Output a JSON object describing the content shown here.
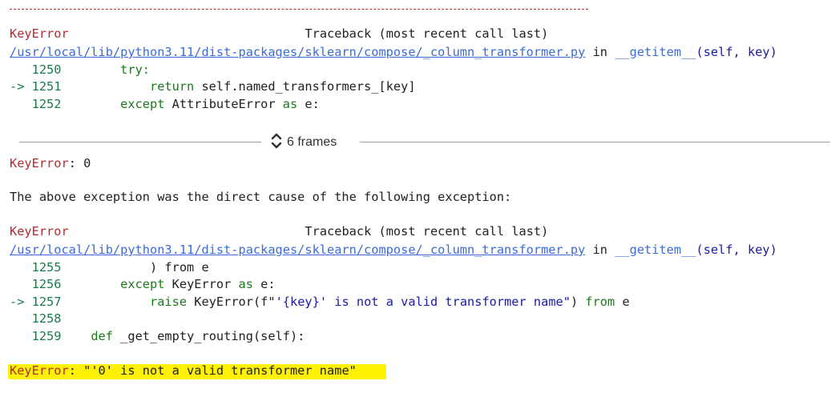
{
  "traceback1": {
    "error_name": "KeyError",
    "header": "Traceback (most recent call last)",
    "file_link": "/usr/local/lib/python3.11/dist-packages/sklearn/compose/_column_transformer.py",
    "in_word": "in",
    "func_name": "__getitem__",
    "func_args": "(self, key)",
    "lines": [
      {
        "arrow": "",
        "num": "1250",
        "code_kw": "try:",
        "code_rest": ""
      },
      {
        "arrow": "->",
        "num": "1251",
        "code_kw": "return",
        "code_rest": " self.named_transformers_[key]"
      },
      {
        "arrow": "",
        "num": "1252",
        "code_kw": "except",
        "code_rest": " AttributeError ",
        "code_kw2": "as",
        "code_rest2": " e:"
      }
    ]
  },
  "collapsed": {
    "icon": "chevron-up-down-icon",
    "label": "6 frames"
  },
  "error1": {
    "name": "KeyError",
    "message": ": 0"
  },
  "cause_text": "The above exception was the direct cause of the following exception:",
  "traceback2": {
    "error_name": "KeyError",
    "header": "Traceback (most recent call last)",
    "file_link": "/usr/local/lib/python3.11/dist-packages/sklearn/compose/_column_transformer.py",
    "in_word": "in",
    "func_name": "__getitem__",
    "func_args": "(self, key)",
    "lines": [
      {
        "arrow": "",
        "num": "1255",
        "indent": "            ",
        "code": ") from e"
      },
      {
        "arrow": "",
        "num": "1256",
        "indent": "        ",
        "kw": "except",
        "code": " KeyError ",
        "kw2": "as",
        "code2": " e:"
      },
      {
        "arrow": "->",
        "num": "1257",
        "indent": "            ",
        "kw": "raise",
        "code": " KeyError(f\"",
        "str": "'{key}' is not a valid transformer name\"",
        "code2": ") ",
        "kw2": "from",
        "code3": " e"
      },
      {
        "arrow": "",
        "num": "1258",
        "indent": "",
        "code": ""
      },
      {
        "arrow": "",
        "num": "1259",
        "indent": "    ",
        "kw": "def",
        "code": " _get_empty_routing(self):"
      }
    ]
  },
  "error2": {
    "name": "KeyError",
    "message": ": \"'0' is not a valid transformer name\""
  },
  "colors": {
    "error_red": "#b22b31",
    "link_blue": "#3a6bd8",
    "highlight_yellow": "#fff200"
  }
}
